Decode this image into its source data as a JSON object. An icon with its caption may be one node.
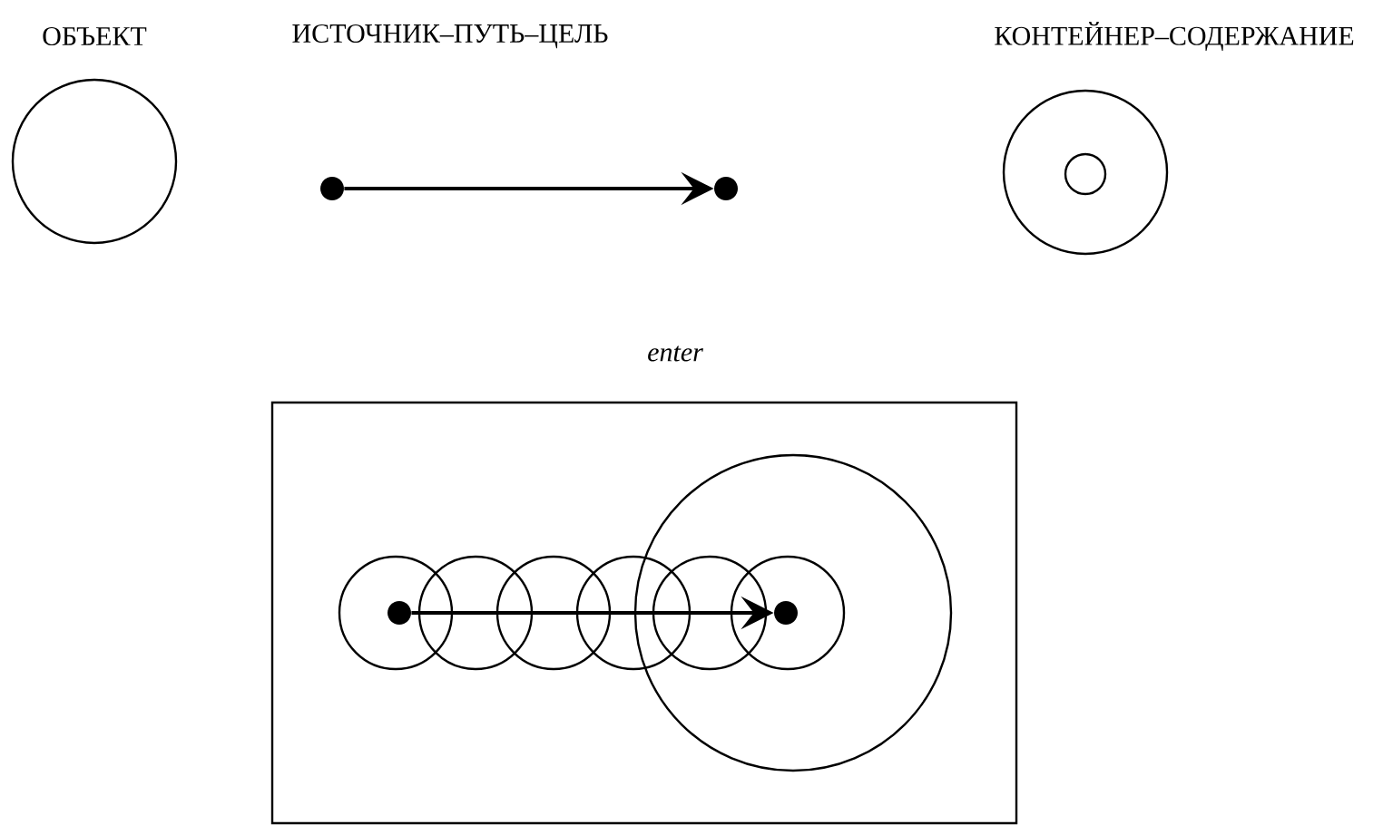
{
  "diagram": {
    "nodes": [
      {
        "text": [
          "ОБЪЕКТ"
        ]
      },
      {
        "text": [],
        "shape": "circle"
      },
      {
        "text": [],
        "shape": "circle"
      },
      {
        "text": [
          "КОНТЕЙНЕР–СОДЕРЖАНИЕ"
        ]
      },
      {
        "text": [],
        "shape": "circle",
        "in": 3
      },
      {
        "text": [
          "enter"
        ]
      },
      {
        "text": [],
        "shape": "circle",
        "in": 5
      },
      {
        "text": [],
        "shape": "circle",
        "in": 5
      }
    ],
    "edges": [
      {
        "from": 1,
        "to": 2,
        "arrow": "to"
      },
      {
        "from": 6,
        "to": 7,
        "arrow": "to"
      }
    ],
    "labels": [
      "ИСТОЧНИК–ПУТЬ–ЦЕЛЬ"
    ]
  }
}
